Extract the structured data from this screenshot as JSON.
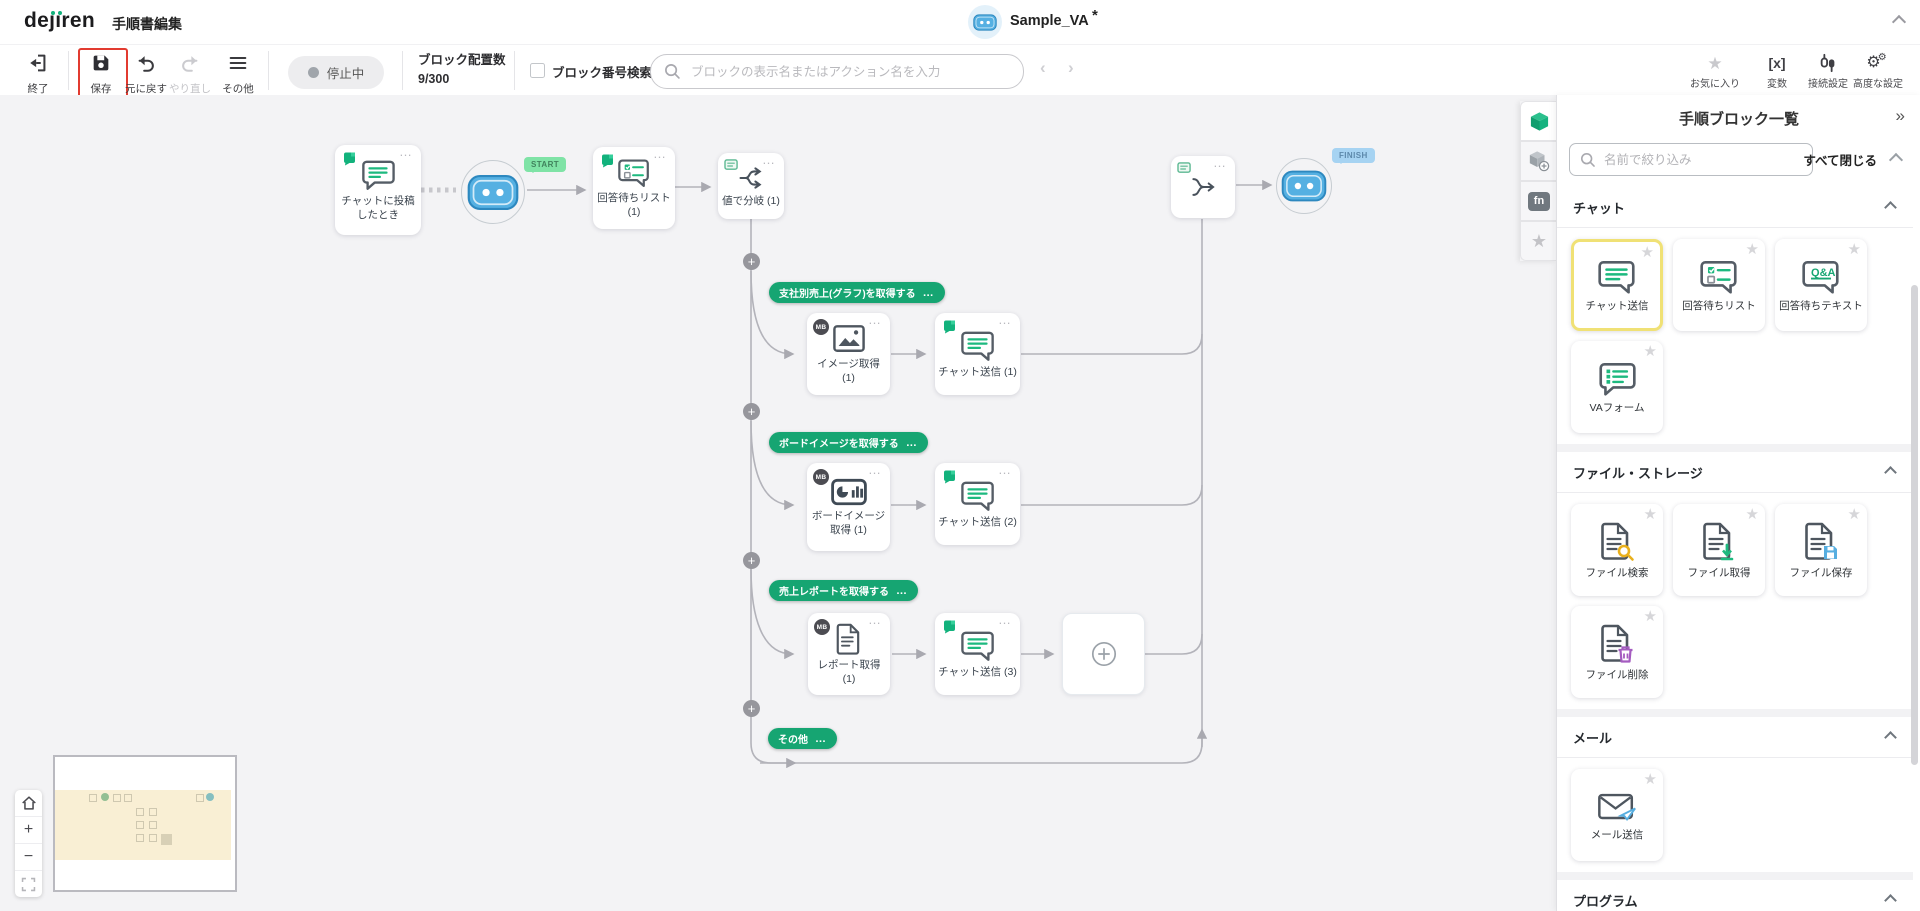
{
  "header": {
    "logo": "deȷıren",
    "app_title": "手順書編集",
    "va_name": "Sample_VA",
    "unsaved": "*"
  },
  "toolbar": {
    "exit": "終了",
    "save": "保存",
    "undo": "元に戻す",
    "redo": "やり直し",
    "more": "その他",
    "status": "停止中",
    "block_count_label": "ブロック配置数",
    "block_count": "9/300",
    "number_search_label": "ブロック番号検索",
    "search_placeholder": "ブロックの表示名またはアクション名を入力",
    "favorites": "お気に入り",
    "variables": "変数",
    "connection": "接続設定",
    "advanced": "高度な設定",
    "variables_glyph": "[x]"
  },
  "canvas": {
    "start": "START",
    "finish": "FINISH",
    "more_dots": "…",
    "mb_badge": "MB",
    "nodes": {
      "trigger": "チャットに投稿したとき",
      "wait_list": "回答待ちリスト (1)",
      "branch": "値で分岐 (1)",
      "image_get": "イメージ取得 (1)",
      "chat1": "チャット送信 (1)",
      "board_get": "ボードイメージ取得 (1)",
      "chat2": "チャット送信 (2)",
      "report_get": "レポート取得 (1)",
      "chat3": "チャット送信 (3)"
    },
    "branches": [
      {
        "label": "支社別売上(グラフ)を取得する"
      },
      {
        "label": "ボードイメージを取得する"
      },
      {
        "label": "売上レポートを取得する"
      },
      {
        "label": "その他"
      }
    ]
  },
  "palette": {
    "title": "手順ブロック一覧",
    "collapse_icon": "»",
    "filter_placeholder": "名前で絞り込み",
    "collapse_all": "すべて閉じる",
    "qa_text": "Q&A",
    "sections": [
      {
        "label": "チャット",
        "items": [
          "チャット送信",
          "回答待ちリスト",
          "回答待ちテキスト",
          "VAフォーム"
        ]
      },
      {
        "label": "ファイル・ストレージ",
        "items": [
          "ファイル検索",
          "ファイル取得",
          "ファイル保存",
          "ファイル削除"
        ]
      },
      {
        "label": "メール",
        "items": [
          "メール送信"
        ]
      },
      {
        "label": "プログラム",
        "items": []
      }
    ]
  },
  "ui": {
    "star": "★",
    "prev": "‹",
    "next": "›"
  },
  "colors": {
    "accent_green": "#16a572",
    "save_highlight": "#e23b30",
    "selected_card_border": "#f0e175",
    "robot_blue": "#55b0e2",
    "start_bubble": "#7fe3a6",
    "finish_bubble": "#a6d3f2"
  }
}
